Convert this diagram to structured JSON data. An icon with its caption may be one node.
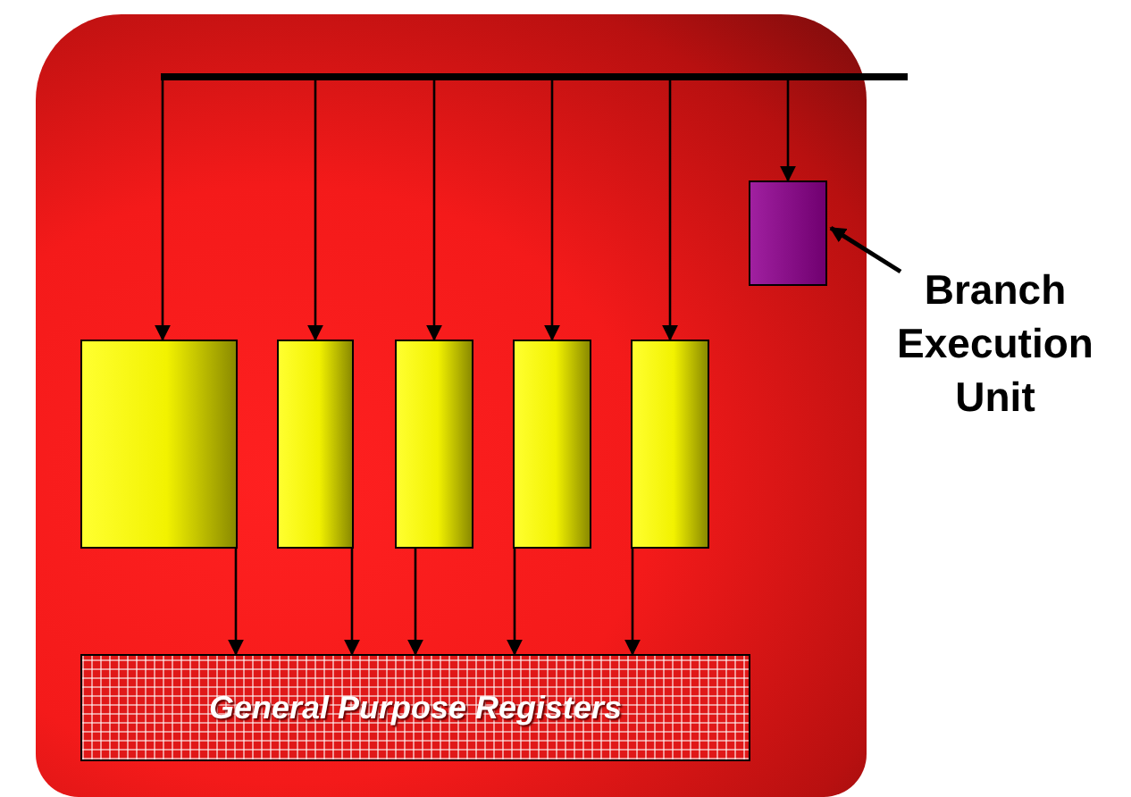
{
  "diagram": {
    "nodes": [
      {
        "text": [],
        "shape": "box"
      },
      {
        "text": [],
        "shape": "bar"
      },
      {
        "text": [],
        "shape": "box",
        "in": 0
      },
      {
        "text": [],
        "shape": "box",
        "in": 0
      },
      {
        "text": [],
        "shape": "box",
        "in": 0
      },
      {
        "text": [],
        "shape": "box",
        "in": 0
      },
      {
        "text": [],
        "shape": "box",
        "in": 0
      },
      {
        "text": [],
        "shape": "box",
        "in": 0
      },
      {
        "text": [
          "General Purpose Registers"
        ],
        "in": 0
      },
      {
        "text": [
          "Branch Execution Unit"
        ]
      }
    ],
    "edges": [
      {
        "from": 1,
        "to": 3,
        "arrow": "to"
      },
      {
        "from": 1,
        "to": 4,
        "arrow": "to"
      },
      {
        "from": 1,
        "to": 5,
        "arrow": "to"
      },
      {
        "from": 1,
        "to": 6,
        "arrow": "to"
      },
      {
        "from": 1,
        "to": 7,
        "arrow": "to"
      },
      {
        "from": 1,
        "to": 2,
        "arrow": "to"
      },
      {
        "from": 3,
        "to": 8,
        "arrow": "to"
      },
      {
        "from": 4,
        "to": 8,
        "arrow": "to"
      },
      {
        "from": 5,
        "to": 8,
        "arrow": "to"
      },
      {
        "from": 6,
        "to": 8,
        "arrow": "to"
      },
      {
        "from": 7,
        "to": 8,
        "arrow": "to"
      },
      {
        "from": 9,
        "to": 2,
        "arrow": "to"
      }
    ]
  }
}
